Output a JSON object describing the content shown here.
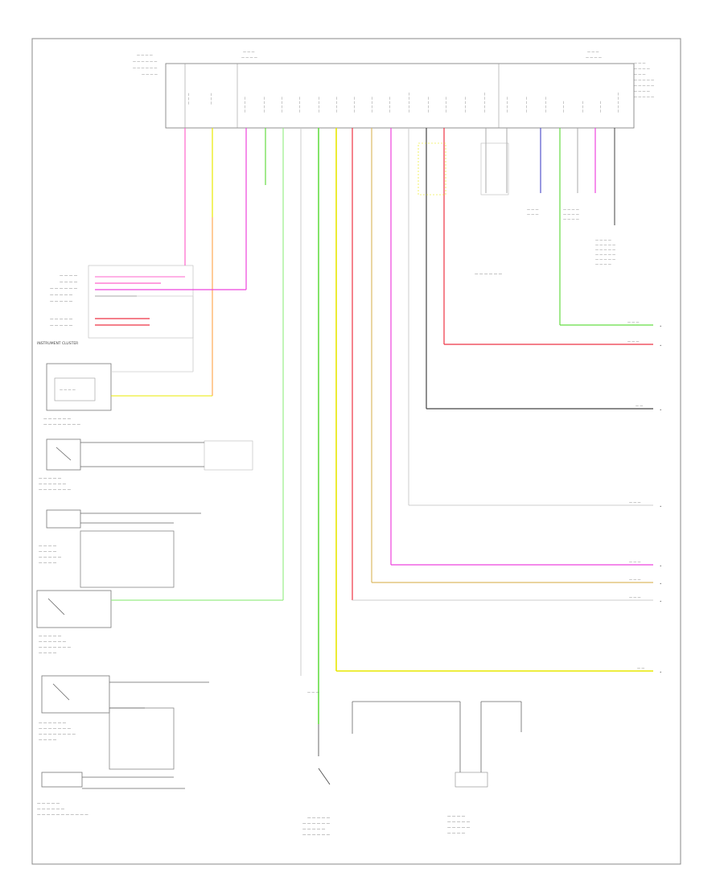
{
  "diagram": {
    "footer_code": "",
    "colors": {
      "pink": "#ff66cc",
      "magenta": "#ee44dd",
      "yellow": "#e8e800",
      "orange": "#ffaa55",
      "green": "#66dd44",
      "light_green": "#99ee88",
      "red": "#ee3344",
      "dark_gray": "#444444",
      "gray": "#a8a8a8",
      "blue": "#5555cc",
      "tan": "#ddbb66"
    },
    "components": [
      {
        "id": "module-main",
        "label": ""
      },
      {
        "id": "instrument-cluster",
        "label": "INSTRUMENT CLUSTER"
      },
      {
        "id": "ignition-switch",
        "label": ""
      },
      {
        "id": "rollover-sensor",
        "label": ""
      },
      {
        "id": "door-ajar-switch-left",
        "label": ""
      },
      {
        "id": "hood-ajar-switch",
        "label": ""
      },
      {
        "id": "liftgate-switch",
        "label": ""
      },
      {
        "id": "passenger-door-switch",
        "label": ""
      },
      {
        "id": "passenger-door-module",
        "label": ""
      },
      {
        "id": "horn",
        "label": ""
      },
      {
        "id": "security-indicator",
        "label": ""
      }
    ]
  }
}
